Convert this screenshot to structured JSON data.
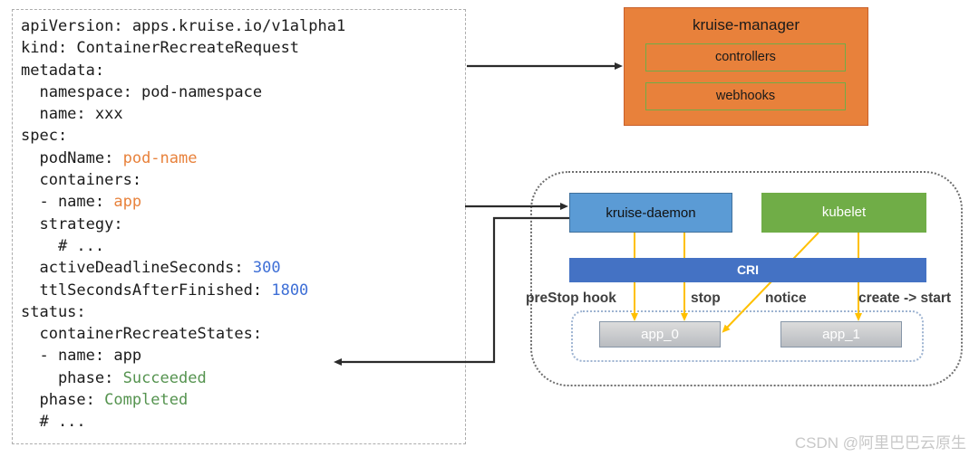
{
  "colors": {
    "yaml_text": "#1b1b1b",
    "yaml_orange": "#E8823C",
    "yaml_blue": "#3E6FD6",
    "yaml_green": "#55934F",
    "manager_fill": "#E8813B",
    "manager_border": "#C8602A",
    "manager_sub_border": "#70AD47",
    "daemon_fill": "#5B9BD5",
    "daemon_border": "#41719C",
    "kubelet_fill": "#70AD47",
    "cri_fill": "#4472C4",
    "app_fill_top": "#DCDCDC",
    "app_fill_bottom": "#B9BCC0",
    "app_border": "#8796A8",
    "arrow_black": "#2B2B2B",
    "arrow_orange": "#FFC000",
    "flow_label_text": "#3F3F3F",
    "watermark_text": "#C8C8C8",
    "boundary_border": "#6E6E6E",
    "apps_group_border": "#9DB3D1"
  },
  "yaml": {
    "lines": [
      [
        [
          "apiVersion: apps.kruise.io/v1alpha1",
          ""
        ]
      ],
      [
        [
          "kind: ContainerRecreateRequest",
          ""
        ]
      ],
      [
        [
          "metadata:",
          ""
        ]
      ],
      [
        [
          "  namespace: pod-namespace",
          ""
        ]
      ],
      [
        [
          "  name: xxx",
          ""
        ]
      ],
      [
        [
          "spec:",
          ""
        ]
      ],
      [
        [
          "  podName: ",
          ""
        ],
        [
          "pod-name",
          "orange"
        ]
      ],
      [
        [
          "  containers:",
          ""
        ]
      ],
      [
        [
          "  - name: ",
          ""
        ],
        [
          "app",
          "orange"
        ]
      ],
      [
        [
          "  strategy:",
          ""
        ]
      ],
      [
        [
          "    # ...",
          ""
        ]
      ],
      [
        [
          "  activeDeadlineSeconds: ",
          ""
        ],
        [
          "300",
          "blue"
        ]
      ],
      [
        [
          "  ttlSecondsAfterFinished: ",
          ""
        ],
        [
          "1800",
          "blue"
        ]
      ],
      [
        [
          "status:",
          ""
        ]
      ],
      [
        [
          "  containerRecreateStates:",
          ""
        ]
      ],
      [
        [
          "  - name: app",
          ""
        ]
      ],
      [
        [
          "    phase: ",
          ""
        ],
        [
          "Succeeded",
          "green"
        ]
      ],
      [
        [
          "  phase: ",
          ""
        ],
        [
          "Completed",
          "green"
        ]
      ],
      [
        [
          "  # ...",
          ""
        ]
      ]
    ]
  },
  "manager": {
    "title": "kruise-manager",
    "components": [
      {
        "label": "controllers"
      },
      {
        "label": "webhooks"
      }
    ]
  },
  "node": {
    "daemon_label": "kruise-daemon",
    "kubelet_label": "kubelet",
    "cri_label": "CRI",
    "apps": [
      {
        "label": "app_0"
      },
      {
        "label": "app_1"
      }
    ],
    "flow_labels": [
      {
        "text": "preStop hook"
      },
      {
        "text": "stop"
      },
      {
        "text": "notice"
      },
      {
        "text": "create -> start"
      }
    ]
  },
  "watermark": "CSDN @阿里巴巴云原生"
}
